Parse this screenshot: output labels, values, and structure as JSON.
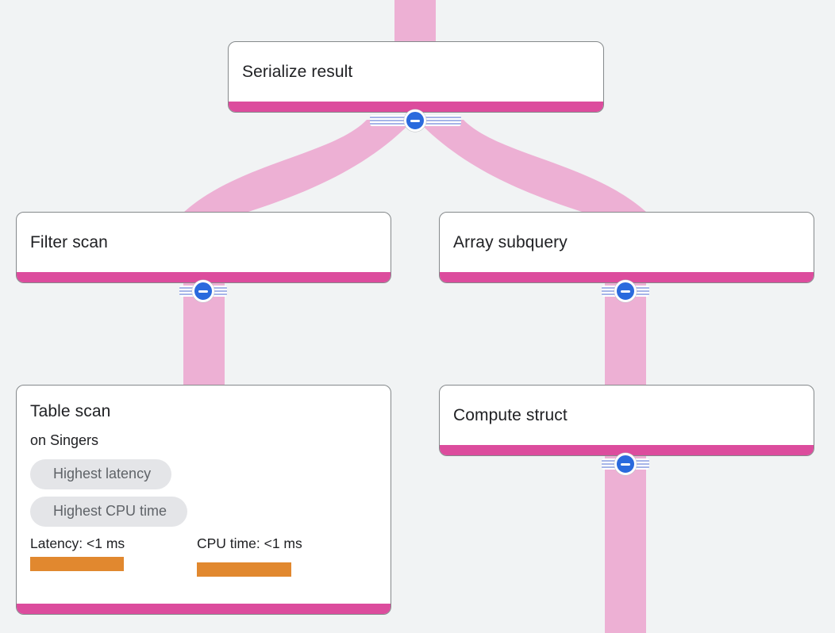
{
  "diagram": "query-execution-plan",
  "nodes": {
    "serialize": {
      "title": "Serialize result"
    },
    "filter": {
      "title": "Filter scan"
    },
    "array": {
      "title": "Array subquery"
    },
    "table": {
      "title": "Table scan",
      "subtitle": "on Singers",
      "badges": {
        "latency": "Highest latency",
        "cpu": "Highest CPU time"
      },
      "metrics": {
        "latency": {
          "label": "Latency: <1 ms"
        },
        "cpu": {
          "label": "CPU time: <1 ms"
        }
      }
    },
    "compute": {
      "title": "Compute struct"
    }
  },
  "edges": [
    {
      "from": "above",
      "to": "Serialize result"
    },
    {
      "from": "Serialize result",
      "to": "Filter scan"
    },
    {
      "from": "Serialize result",
      "to": "Array subquery"
    },
    {
      "from": "Filter scan",
      "to": "Table scan"
    },
    {
      "from": "Array subquery",
      "to": "Compute struct"
    },
    {
      "from": "Compute struct",
      "to": "below"
    }
  ],
  "colors": {
    "background": "#f1f3f4",
    "edge_pink": "#edb0d4",
    "node_accent_magenta": "#dc4c9d",
    "node_border": "#85898b",
    "collapse_blue": "#2a6add",
    "stripe_blue": "#a6b5e8",
    "badge_background": "#e4e5e8",
    "badge_text": "#5f6368",
    "metric_bar_orange": "#e1882f",
    "title_text": "#202124"
  }
}
